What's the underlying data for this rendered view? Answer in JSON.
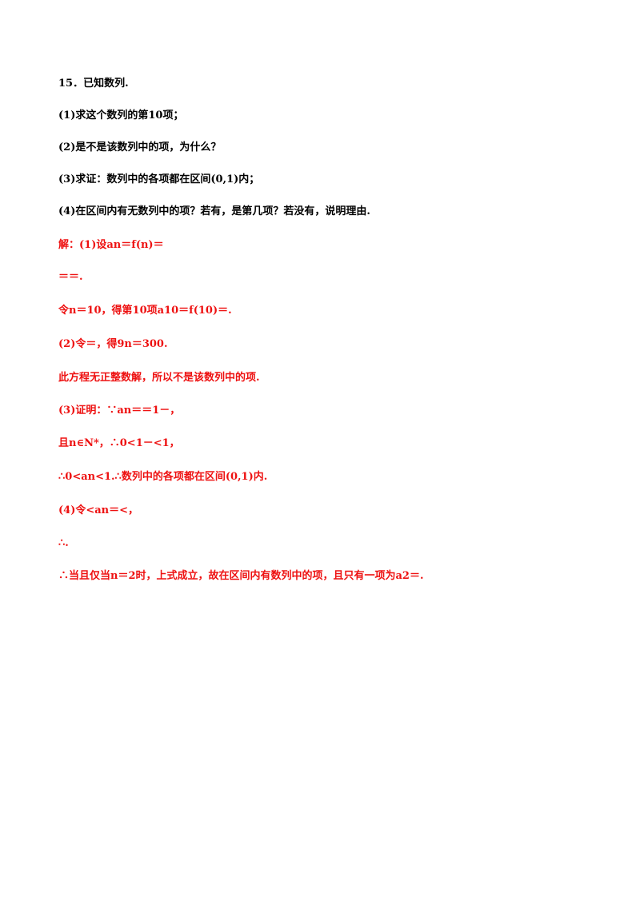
{
  "question": {
    "title": "15．已知数列.",
    "parts": [
      "(1)求这个数列的第10项；",
      "(2)是不是该数列中的项，为什么？",
      "(3)求证：数列中的各项都在区间(0,1)内；",
      "(4)在区间内有无数列中的项？若有，是第几项？若没有，说明理由."
    ]
  },
  "solution": {
    "lines": [
      "解：(1)设an＝f(n)＝",
      "＝＝.",
      "令n＝10，得第10项a10＝f(10)＝.",
      "(2)令＝，得9n＝300.",
      "此方程无正整数解，所以不是该数列中的项.",
      "(3)证明：∵an＝＝1－，",
      "且n∈N*，∴0<1－<1，",
      "∴0<an<1.∴数列中的各项都在区间(0,1)内.",
      "(4)令<an＝<，",
      "∴.",
      "∴当且仅当n＝2时，上式成立，故在区间内有数列中的项，且只有一项为a2＝."
    ]
  },
  "colors": {
    "text": "#000000",
    "answer": "#ee1111"
  }
}
